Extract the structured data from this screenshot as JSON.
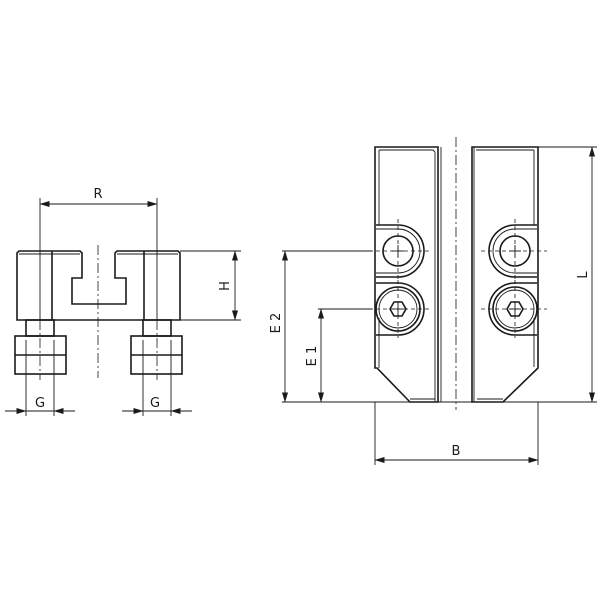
{
  "drawing": {
    "labels": {
      "R": "R",
      "H": "H",
      "G_left": "G",
      "G_right": "G",
      "E1": "E 1",
      "E2": "E 2",
      "L": "L",
      "B": "B"
    },
    "line_color": "#1a1a1a",
    "background": "#ffffff"
  }
}
